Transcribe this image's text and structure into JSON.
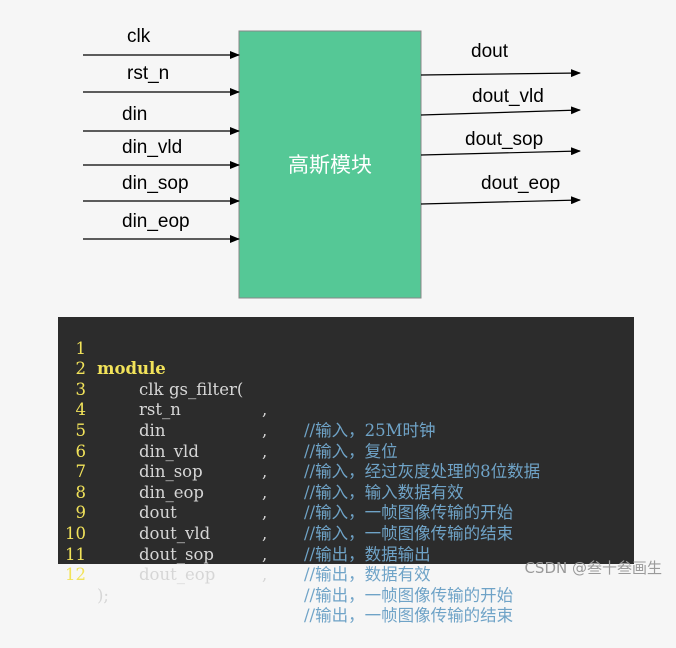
{
  "block": {
    "label": "高斯模块",
    "fill": "#55c896",
    "inputs": [
      "clk",
      "rst_n",
      "din",
      "din_vld",
      "din_sop",
      "din_eop"
    ],
    "outputs": [
      "dout",
      "dout_vld",
      "dout_sop",
      "dout_eop"
    ]
  },
  "code": {
    "header": {
      "line_no": "1",
      "keyword": "module",
      "rest": "gs_filter("
    },
    "ports": [
      {
        "line_no": "2",
        "name": "clk",
        "comma": ",",
        "comment": "//输入，25M时钟"
      },
      {
        "line_no": "3",
        "name": "rst_n",
        "comma": ",",
        "comment": "//输入，复位"
      },
      {
        "line_no": "4",
        "name": "din",
        "comma": ",",
        "comment": "//输入，经过灰度处理的8位数据"
      },
      {
        "line_no": "5",
        "name": "din_vld",
        "comma": ",",
        "comment": "//输入，输入数据有效"
      },
      {
        "line_no": "6",
        "name": "din_sop",
        "comma": ",",
        "comment": "//输入，一帧图像传输的开始"
      },
      {
        "line_no": "7",
        "name": "din_eop",
        "comma": ",",
        "comment": "//输入，一帧图像传输的结束"
      },
      {
        "line_no": "8",
        "name": "dout",
        "comma": ",",
        "comment": "//输出，数据输出"
      },
      {
        "line_no": "9",
        "name": "dout_vld",
        "comma": ",",
        "comment": "//输出，数据有效"
      },
      {
        "line_no": "10",
        "name": "dout_sop",
        "comma": ",",
        "comment": "//输出，一帧图像传输的开始"
      },
      {
        "line_no": "11",
        "name": "dout_eop",
        "comma": "",
        "comment": "//输出，一帧图像传输的结束"
      }
    ],
    "footer": {
      "line_no": "12",
      "text": ");"
    },
    "colors": {
      "background": "#2c2c2c",
      "keyword": "#f2e35a",
      "text": "#d6d6d6",
      "comment": "#6fa3c7"
    }
  },
  "watermark": "CSDN @叁十叁画生"
}
